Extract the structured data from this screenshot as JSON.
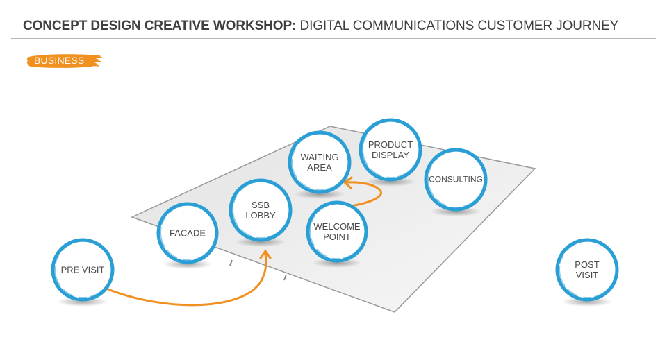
{
  "header": {
    "title_bold": "CONCEPT DESIGN CREATIVE WORKSHOP:",
    "title_rest": " DIGITAL COMMUNICATIONS CUSTOMER JOURNEY"
  },
  "badge": {
    "label": "BUSINESS",
    "color": "#f0901e"
  },
  "colors": {
    "circle_stroke": "#2a9fd6",
    "arrow": "#f0901e",
    "floor_fill": "#ececec",
    "floor_edge": "#9a9a9a"
  },
  "nodes": [
    {
      "id": "pre-visit",
      "label": "PRE VISIT"
    },
    {
      "id": "facade",
      "label": "FACADE"
    },
    {
      "id": "ssb-lobby",
      "label": "SSB\nLOBBY"
    },
    {
      "id": "waiting-area",
      "label": "WAITING\nAREA"
    },
    {
      "id": "product-display",
      "label": "PRODUCT\nDISPLAY"
    },
    {
      "id": "consulting",
      "label": "CONSULTING"
    },
    {
      "id": "welcome-point",
      "label": "WELCOME\nPOINT"
    },
    {
      "id": "post-visit",
      "label": "POST\nVISIT"
    }
  ]
}
